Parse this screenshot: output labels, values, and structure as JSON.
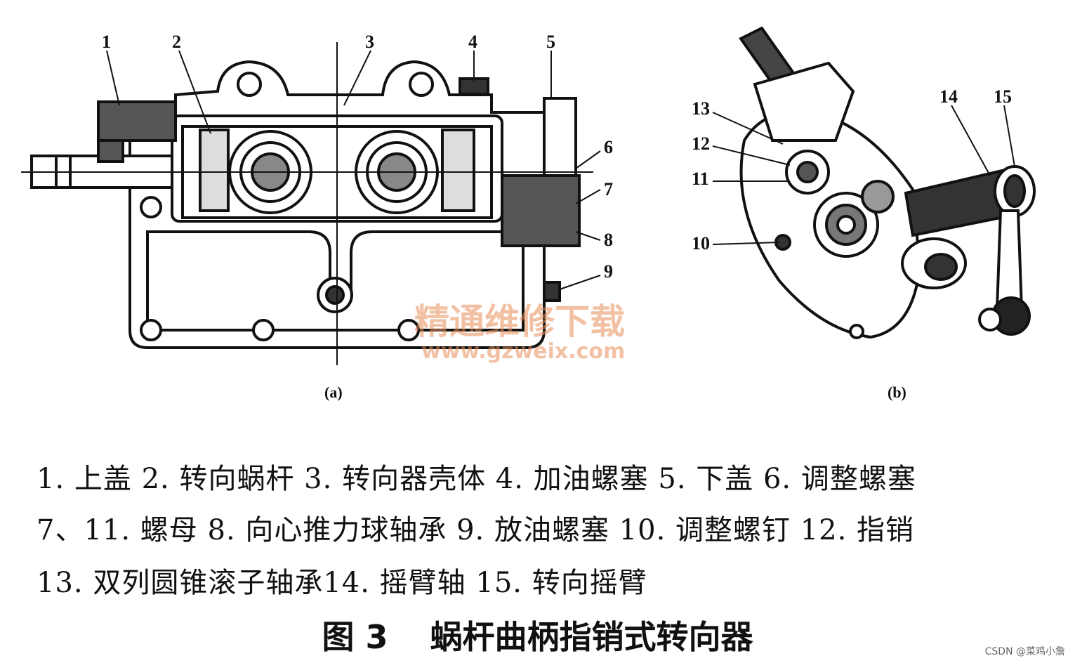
{
  "figure": {
    "callouts_a": [
      "1",
      "2",
      "3",
      "4",
      "5",
      "6",
      "7",
      "8",
      "9"
    ],
    "callouts_b": [
      "13",
      "12",
      "11",
      "10",
      "14",
      "15"
    ],
    "sublabel_a": "(a)",
    "sublabel_b": "(b)",
    "watermark_cn": "精通维修下载",
    "watermark_url": "www.gzweix.com"
  },
  "caption": {
    "line1": "1. 上盖 2. 转向蜗杆 3. 转向器壳体 4. 加油螺塞 5. 下盖 6. 调整螺塞",
    "line2": "7、11. 螺母 8. 向心推力球轴承 9. 放油螺塞 10. 调整螺钉 12. 指销",
    "line3": "13. 双列圆锥滚子轴承14. 摇臂轴 15. 转向摇臂"
  },
  "title": {
    "number": "图 3",
    "text": "蜗杆曲柄指销式转向器"
  },
  "credit": "CSDN @菜鸡小詹"
}
